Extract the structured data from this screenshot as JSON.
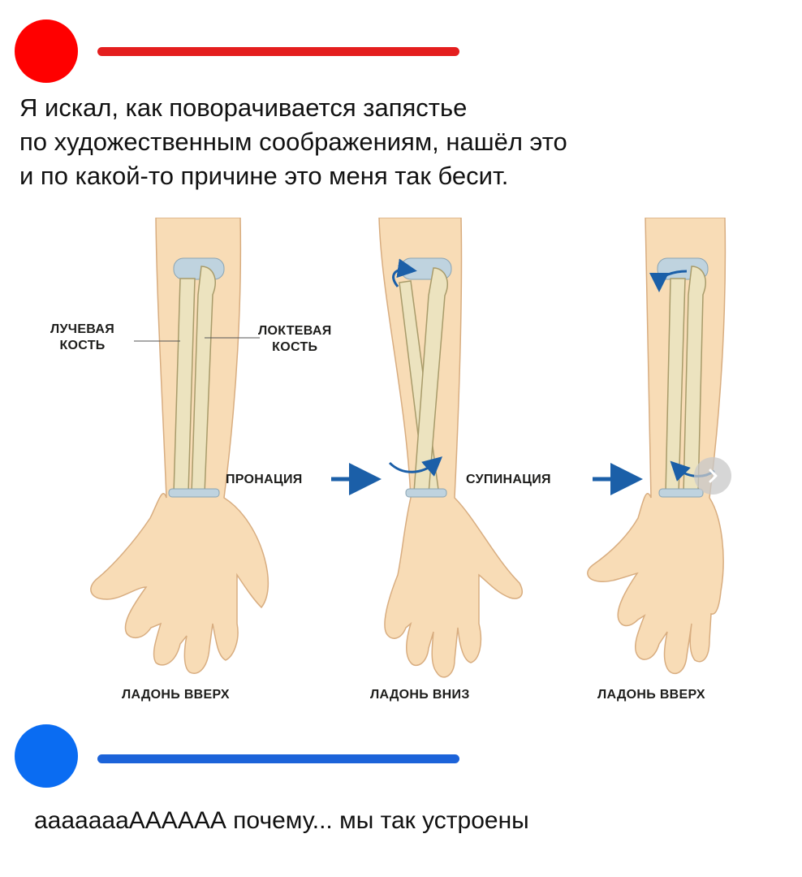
{
  "colors": {
    "red": "#ff0000",
    "red_bar": "#e41e1e",
    "blue": "#0a6cf2",
    "blue_bar": "#1c63d9",
    "arrow": "#1b5fa8",
    "skin": "#f8dcb6",
    "skin_stroke": "#d8ad80",
    "bone": "#ece3bf",
    "bone_stroke": "#a89b6a",
    "cartilage": "#bfd3df"
  },
  "post1": {
    "lines": [
      "Я искал, как поворачивается запястье",
      "по художественным соображениям, нашёл это",
      "и по какой-то причине это меня так бесит."
    ]
  },
  "figure": {
    "radius_label": [
      "ЛУЧЕВАЯ",
      "КОСТЬ"
    ],
    "ulna_label": [
      "ЛОКТЕВАЯ",
      "КОСТЬ"
    ],
    "pronation_label": "ПРОНАЦИЯ",
    "supination_label": "СУПИНАЦИЯ",
    "palm_up_1": "ЛАДОНЬ ВВЕРХ",
    "palm_down": "ЛАДОНЬ ВНИЗ",
    "palm_up_2": "ЛАДОНЬ ВВЕРХ",
    "next_icon": "chevron-right-icon"
  },
  "post2": {
    "text": "аааааааАААААА почему... мы так устроены"
  }
}
